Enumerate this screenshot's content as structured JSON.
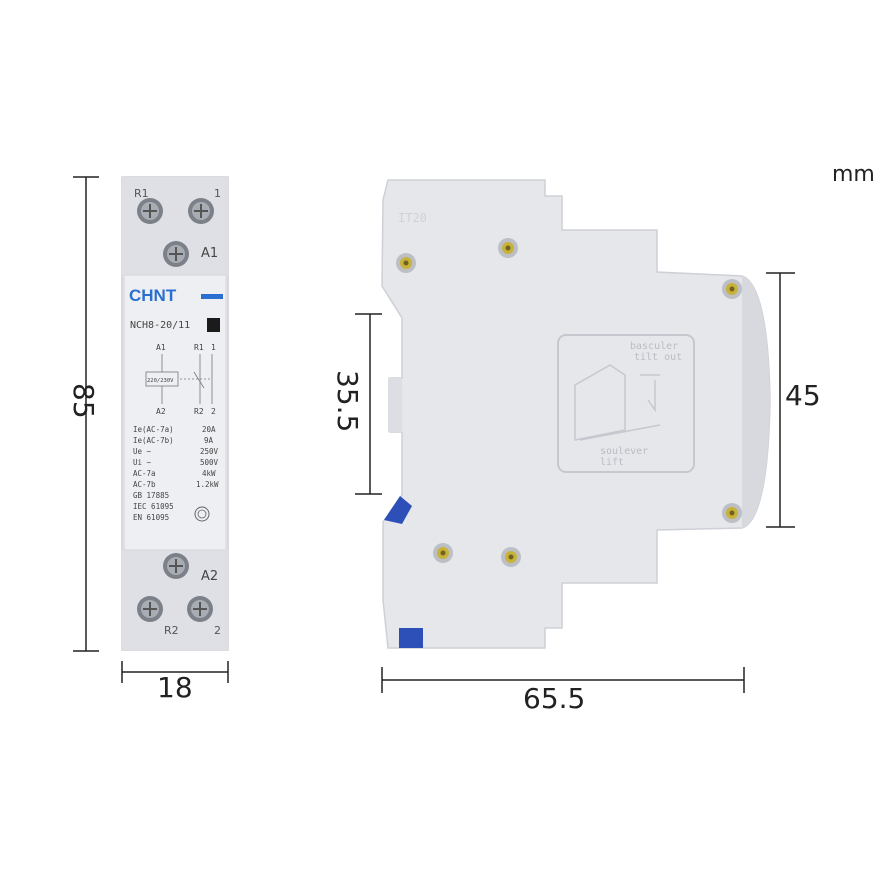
{
  "unit": "mm",
  "dimensions": {
    "height": "85",
    "width": "18",
    "depth": "65.5",
    "rail_height": "35.5",
    "front_height": "45"
  },
  "front": {
    "brand": "CHNT",
    "model": "NCH8-20/11",
    "terminals": {
      "top_left": "R1",
      "top_right": "1",
      "top_mid": "A1",
      "bottom_mid": "A2",
      "bottom_left": "R2",
      "bottom_right": "2"
    },
    "schematic": {
      "a1": "A1",
      "a2": "A2",
      "r1": "R1",
      "n1": "1",
      "r2": "R2",
      "n2": "2",
      "coil": "220/230V"
    },
    "specs_left": [
      "Ie(AC-7a)",
      "Ie(AC-7b)",
      "Ue ~",
      "Ui ~",
      "AC-7a",
      "AC-7b",
      "GB 17885",
      "IEC 61095",
      "EN 61095"
    ],
    "specs_right": [
      "20A",
      "9A",
      "250V",
      "500V",
      "4kW",
      "1.2kW"
    ]
  },
  "side": {
    "label_top": "basculer",
    "label_top2": "tilt out",
    "label_bottom": "soulever",
    "label_bottom2": "lift"
  },
  "colors": {
    "body": "#e6e7eb",
    "body_shade": "#d9dbe0",
    "brand_blue": "#2a6fcf",
    "clip_blue": "#2d4fb8",
    "screw": "#c9b23a",
    "line": "#222222"
  }
}
